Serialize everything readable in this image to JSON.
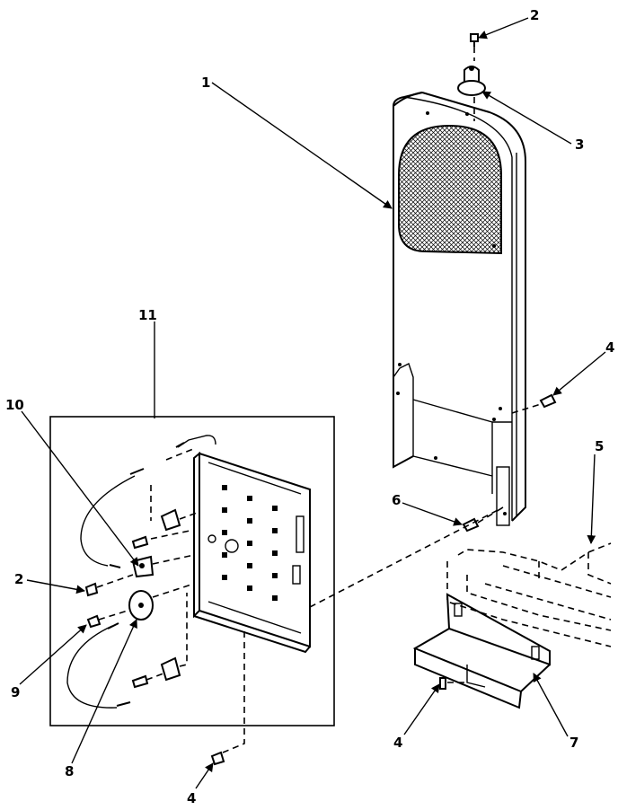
{
  "callouts": {
    "c1": "1",
    "c2_top": "2",
    "c3": "3",
    "c4_right": "4",
    "c5": "5",
    "c6": "6",
    "c7": "7",
    "c4_bottom_center": "4",
    "c4_bottom_left": "4",
    "c8": "8",
    "c9": "9",
    "c2_left": "2",
    "c10": "10",
    "c11": "11"
  }
}
